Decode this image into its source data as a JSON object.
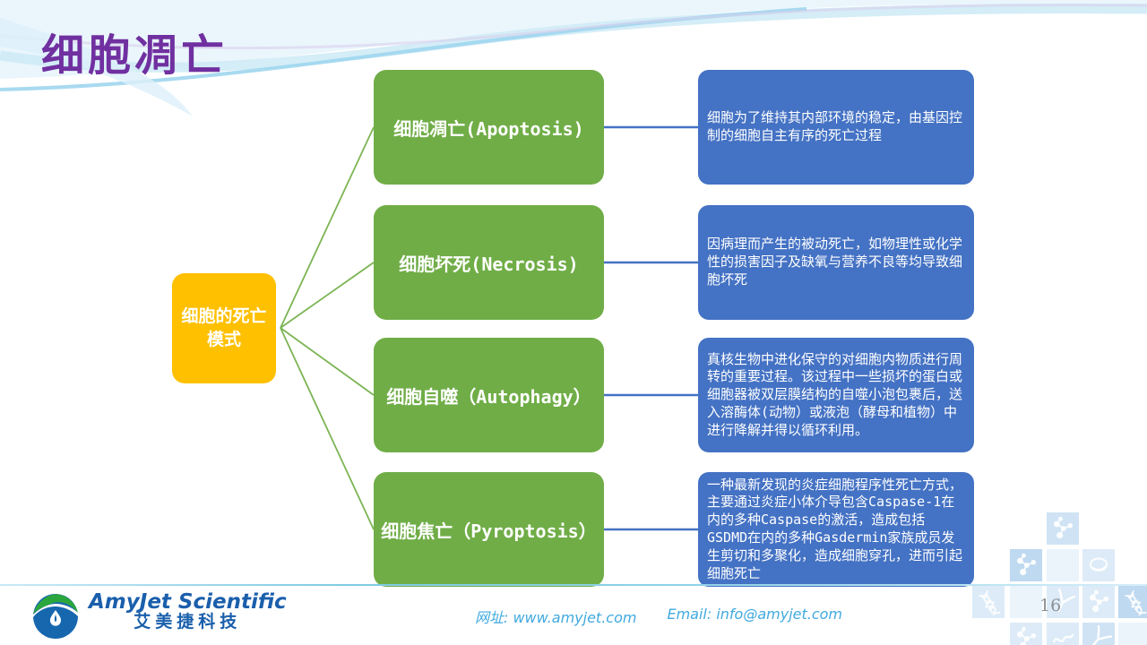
{
  "slide": {
    "title": "细胞凋亡",
    "page_number": "16"
  },
  "diagram": {
    "root": {
      "label": "细胞的死亡模式"
    },
    "modes": [
      {
        "label": "细胞凋亡(Apoptosis)",
        "description": "细胞为了维持其内部环境的稳定，由基因控制的细胞自主有序的死亡过程"
      },
      {
        "label": "细胞坏死(Necrosis)",
        "description": "因病理而产生的被动死亡，如物理性或化学性的损害因子及缺氧与营养不良等均导致细胞坏死"
      },
      {
        "label": "细胞自噬（Autophagy）",
        "description": "真核生物中进化保守的对细胞内物质进行周转的重要过程。该过程中一些损坏的蛋白或细胞器被双层膜结构的自噬小泡包裹后，送入溶酶体(动物）或液泡（酵母和植物）中进行降解并得以循环利用。"
      },
      {
        "label": "细胞焦亡（Pyroptosis）",
        "description": "一种最新发现的炎症细胞程序性死亡方式，主要通过炎症小体介导包含Caspase-1在内的多种Caspase的激活，造成包括GSDMD在内的多种Gasdermin家族成员发生剪切和多聚化，造成细胞穿孔，进而引起细胞死亡"
      }
    ],
    "colors": {
      "root": "#FFC000",
      "mode": "#70AD47",
      "description": "#4472C4",
      "connector_green": "#7CB454",
      "connector_blue": "#4472C4"
    }
  },
  "footer": {
    "logo_en": "AmyJet Scientific",
    "logo_cn": "艾美捷科技",
    "website": "网址: www.amyjet.com",
    "email": "Email: info@amyjet.com"
  },
  "decor": {
    "title_color": "#7030A0",
    "tile_icons": [
      "molecule-icon",
      "dna-icon",
      "antibody-icon",
      "cell-icon",
      "protein-icon"
    ]
  }
}
